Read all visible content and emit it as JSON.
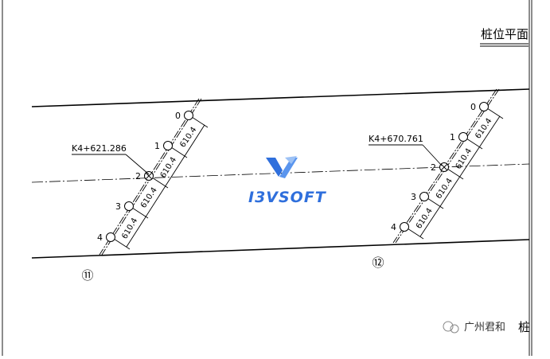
{
  "title": "桩位平面",
  "watermark_footer": "广州君和",
  "corner_char": "桩",
  "logo_text": "I3VSOFT",
  "brand_color": "#2f6fdc",
  "groups": [
    {
      "station": "K4+621.286",
      "label_id": "⑪",
      "piles": [
        "0",
        "1",
        "2",
        "3",
        "4"
      ],
      "dims": [
        "610.4",
        "610.4",
        "610.4",
        "610.4"
      ]
    },
    {
      "station": "K4+670.761",
      "label_id": "⑫",
      "piles": [
        "0",
        "1",
        "2",
        "3",
        "4"
      ],
      "dims": [
        "610.4",
        "610.4",
        "610.4",
        "610.4"
      ]
    }
  ]
}
